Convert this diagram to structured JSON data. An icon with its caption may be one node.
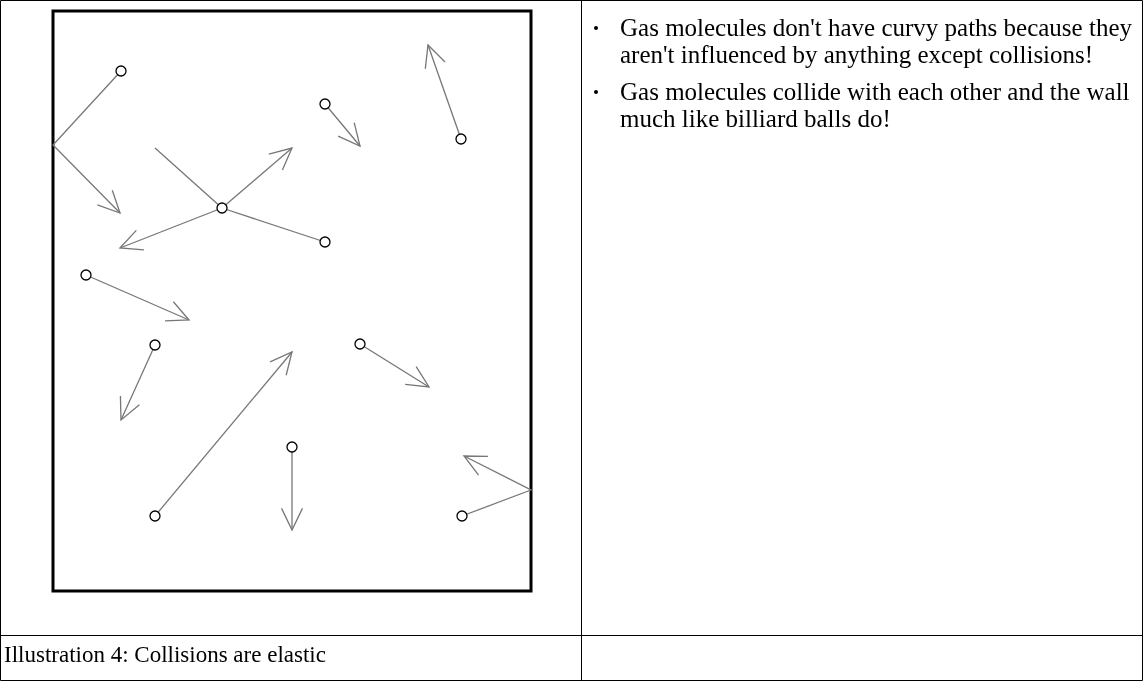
{
  "diagram": {
    "caption": "Illustration 4: Collisions are elastic",
    "labels": [
      "Gas molecules don't have curvy paths because they aren't influenced by anything except collisions!",
      "Gas molecules collide with each other and the wall much like billiard balls do!"
    ]
  }
}
